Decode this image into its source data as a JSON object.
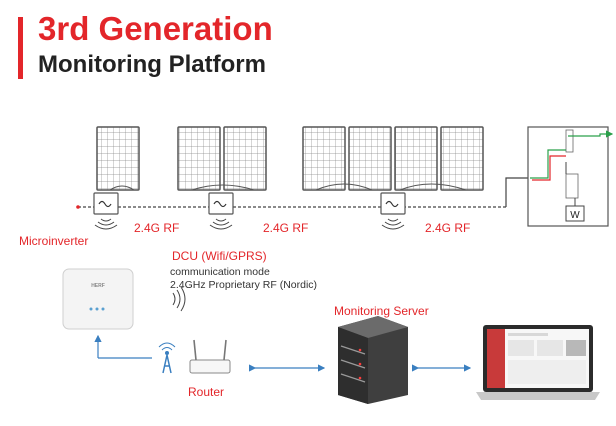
{
  "header": {
    "title_line1": "3rd Generation",
    "title_line2": "Monitoring Platform"
  },
  "diagram": {
    "rf_labels": [
      "2.4G RF",
      "2.4G RF",
      "2.4G RF"
    ],
    "microinverter_label": "Microinverter",
    "dcu_label": "DCU (Wifi/GPRS)",
    "comm_mode_label": "communication mode",
    "comm_protocol_label": "2.4GHz Proprietary RF (Nordic)",
    "server_label": "Monitoring Server",
    "router_label": "Router",
    "meter_label": "W",
    "dcu_brand": "HERF"
  },
  "colors": {
    "accent": "#e3262a",
    "arrow": "#3a7fc0",
    "panel_line": "#555555"
  }
}
